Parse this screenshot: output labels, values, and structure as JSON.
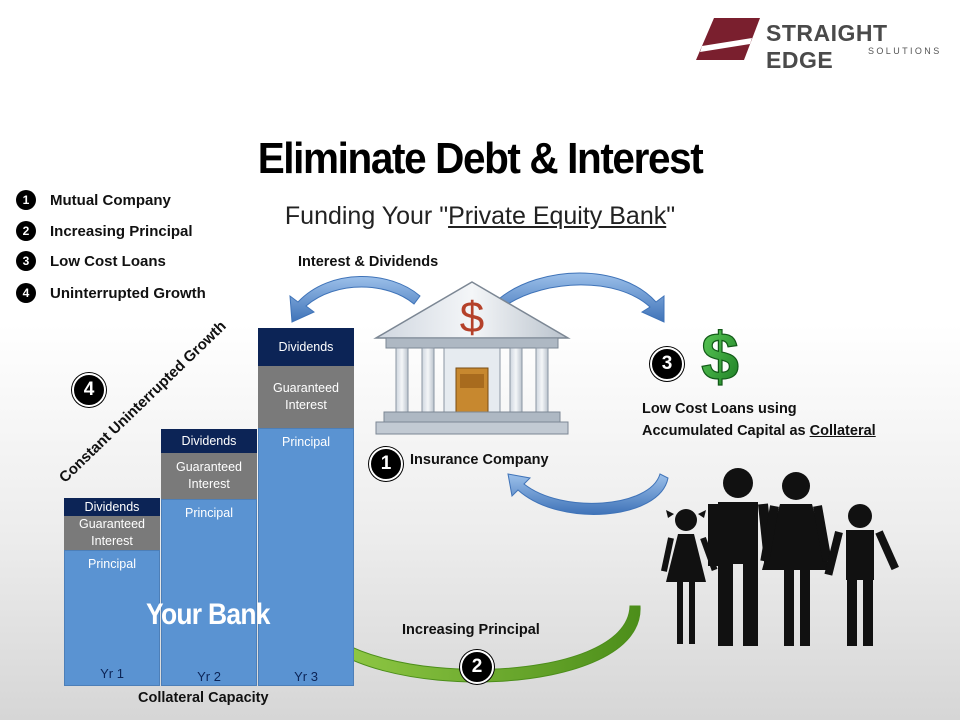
{
  "logo": {
    "name": "STRAIGHT EDGE",
    "sub": "SOLUTIONS"
  },
  "title": "Eliminate Debt & Interest",
  "subtitle": {
    "prefix": "Funding Your \"",
    "link": "Private Equity Bank",
    "suffix": "\""
  },
  "legend": [
    {
      "num": "1",
      "label": "Mutual Company"
    },
    {
      "num": "2",
      "label": "Increasing Principal"
    },
    {
      "num": "3",
      "label": "Low Cost Loans"
    },
    {
      "num": "4",
      "label": "Uninterrupted Growth"
    }
  ],
  "diagram": {
    "interest_dividends": "Interest & Dividends",
    "insurance_company": "Insurance Company",
    "loans_line1": "Low Cost Loans using",
    "loans_line2_prefix": "Accumulated Capital as ",
    "loans_line2_link": "Collateral",
    "increasing_principal": "Increasing Principal",
    "growth_label": "Constant Uninterrupted Growth",
    "your_bank": "Your Bank",
    "collateral_capacity": "Collateral Capacity",
    "markers": {
      "m1": "1",
      "m2": "2",
      "m3": "3",
      "m4": "4"
    },
    "bank_symbol": "$",
    "money_symbol": "$"
  },
  "bars": [
    {
      "year": "Yr 1",
      "dividends": "Dividends",
      "interest": "Guaranteed Interest",
      "principal": "Principal"
    },
    {
      "year": "Yr 2",
      "dividends": "Dividends",
      "interest": "Guaranteed Interest",
      "principal": "Principal"
    },
    {
      "year": "Yr 3",
      "dividends": "Dividends",
      "interest": "Guaranteed Interest",
      "principal": "Principal"
    }
  ],
  "colors": {
    "dividends": "#0c2456",
    "interest": "#7a7a7a",
    "principal": "#5a93d2",
    "logo": "#7a1f2e",
    "arrow_blue": "#5b8fd0",
    "arrow_green": "#6ab023"
  }
}
